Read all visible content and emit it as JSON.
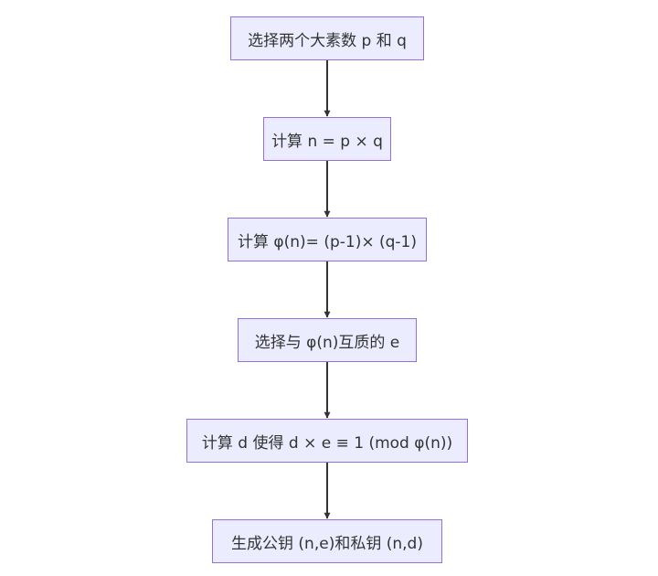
{
  "flowchart": {
    "colors": {
      "node_fill": "#ECECFF",
      "node_border": "#9370DB",
      "edge": "#333333",
      "text": "#333333"
    },
    "nodes": [
      {
        "label": "选择两个大素数 p 和 q"
      },
      {
        "label": "计算 n = p × q"
      },
      {
        "label": "计算 φ(n)= (p-1)× (q-1)"
      },
      {
        "label": "选择与 φ(n)互质的 e"
      },
      {
        "label": "计算 d 使得 d × e ≡ 1 (mod φ(n))"
      },
      {
        "label": "生成公钥 (n,e)和私钥 (n,d)"
      }
    ],
    "edges": [
      {
        "from": 0,
        "to": 1
      },
      {
        "from": 1,
        "to": 2
      },
      {
        "from": 2,
        "to": 3
      },
      {
        "from": 3,
        "to": 4
      },
      {
        "from": 4,
        "to": 5
      }
    ]
  }
}
